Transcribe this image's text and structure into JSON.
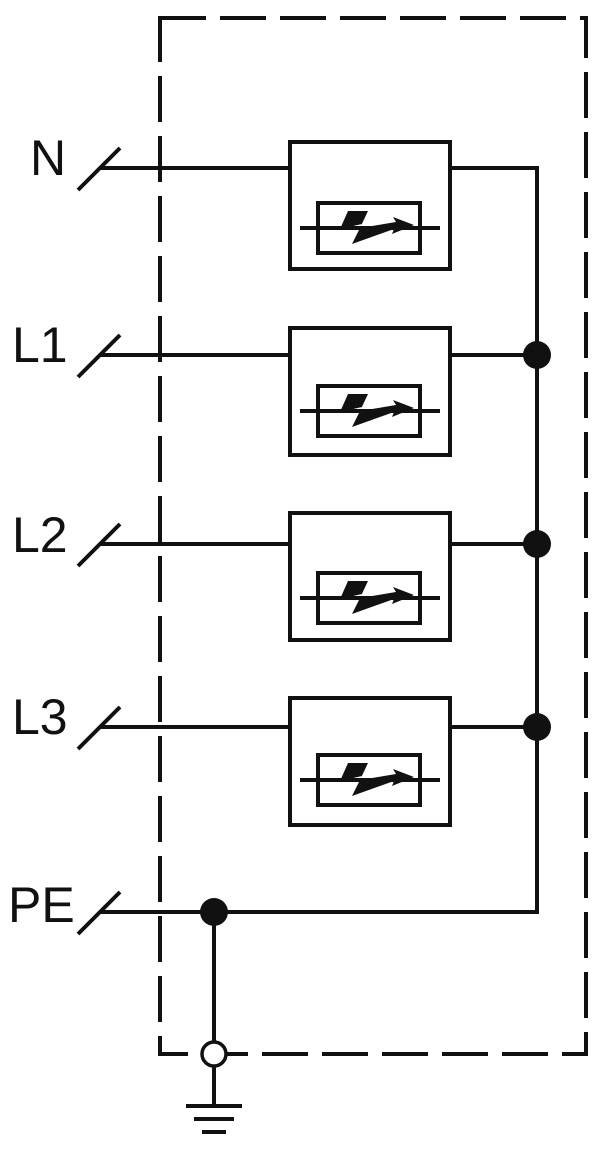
{
  "terminals": [
    {
      "id": "n",
      "label": "N"
    },
    {
      "id": "l1",
      "label": "L1"
    },
    {
      "id": "l2",
      "label": "L2"
    },
    {
      "id": "l3",
      "label": "L3"
    }
  ],
  "protective_earth": {
    "label": "PE"
  },
  "colors": {
    "line": "#111111",
    "background": "#ffffff"
  }
}
